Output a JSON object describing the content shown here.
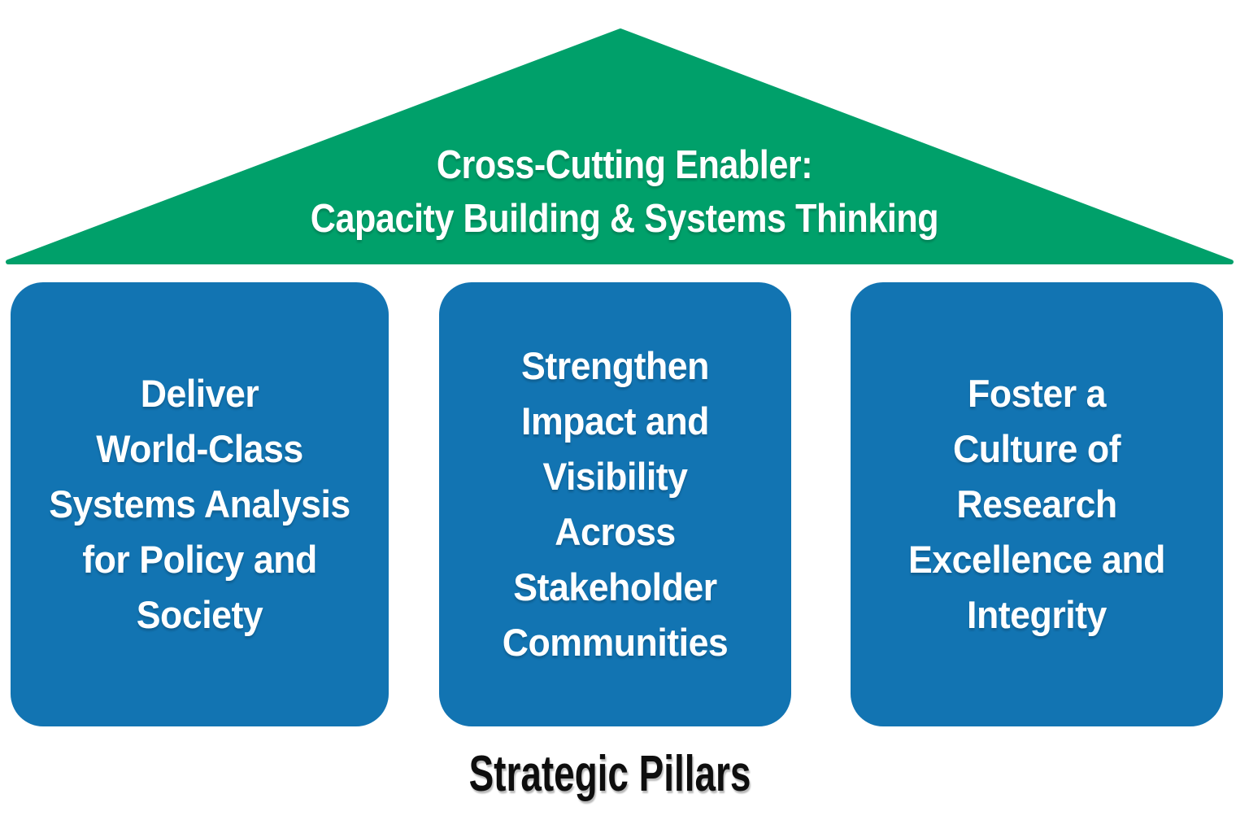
{
  "colors": {
    "green": "#00a06a",
    "blue": "#1274b2",
    "ink": "#0e0e0e",
    "white-text": "#ffffff",
    "bg": "#ffffff"
  },
  "roof": {
    "label_lines": [
      "Cross-Cutting Enabler:",
      "Capacity Building & Systems Thinking"
    ]
  },
  "pillars": [
    {
      "lines": [
        "Deliver",
        "World-Class",
        "Systems Analysis",
        "for Policy and",
        "Society"
      ]
    },
    {
      "lines": [
        "Strengthen",
        "Impact and",
        "Visibility",
        "Across",
        "Stakeholder",
        "Communities"
      ]
    },
    {
      "lines": [
        "Foster a",
        "Culture of",
        "Research",
        "Excellence and",
        "Integrity"
      ]
    }
  ],
  "caption": "Strategic Pillars"
}
